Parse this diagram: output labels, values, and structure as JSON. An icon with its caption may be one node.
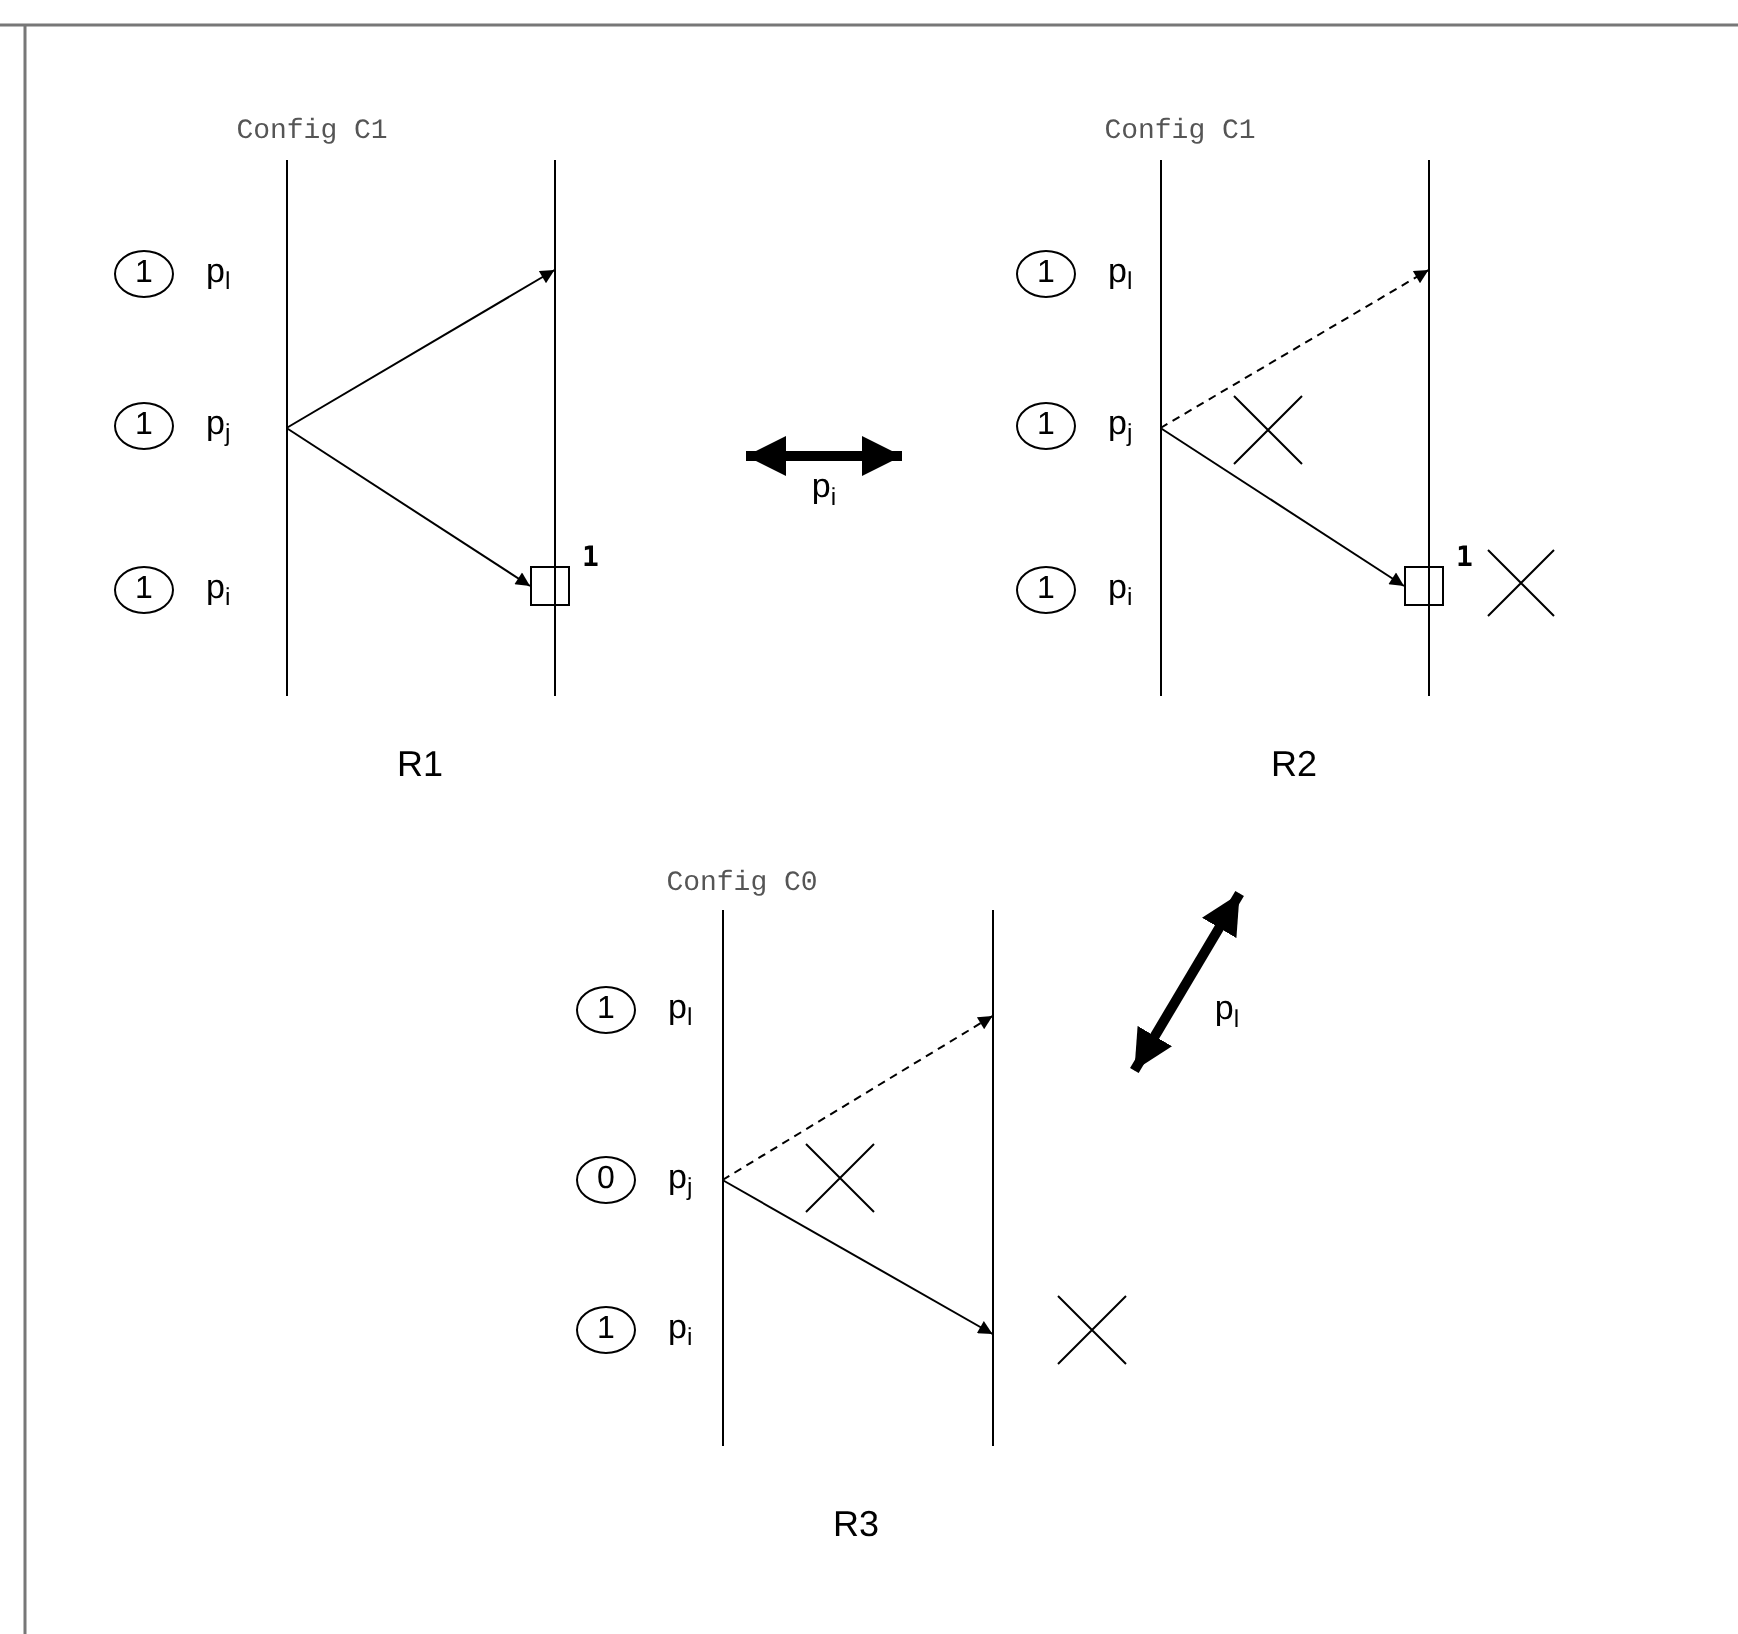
{
  "diagram": {
    "nodes": [
      {
        "text": [
          "Config C1",
          "R1"
        ]
      },
      {
        "text": [
          "1"
        ],
        "in": 0,
        "beside": [
          "p$_{l}$"
        ]
      },
      {
        "text": [
          "1"
        ],
        "in": 0,
        "beside": [
          "p$_{j}$"
        ]
      },
      {
        "text": [
          "1"
        ],
        "in": 0,
        "beside": [
          "p$_{i}$"
        ]
      },
      {
        "text": [],
        "shape": "bar",
        "in": 0
      },
      {
        "text": [],
        "shape": "bar",
        "in": 0
      },
      {
        "text": [],
        "shape": "box",
        "in": 0,
        "beside": [
          "1"
        ]
      },
      {
        "text": [
          "Config C1",
          "R2"
        ]
      },
      {
        "text": [
          "1"
        ],
        "in": 7,
        "beside": [
          "p$_{l}$"
        ]
      },
      {
        "text": [
          "1"
        ],
        "in": 7,
        "beside": [
          "p$_{j}$"
        ]
      },
      {
        "text": [
          "1"
        ],
        "in": 7,
        "beside": [
          "p$_{i}$"
        ]
      },
      {
        "text": [],
        "shape": "bar",
        "in": 7
      },
      {
        "text": [],
        "shape": "bar",
        "in": 7
      },
      {
        "text": [],
        "shape": "box",
        "in": 7,
        "beside": [
          "1"
        ]
      },
      {
        "text": [
          "Config C0",
          "R3"
        ]
      },
      {
        "text": [
          "1"
        ],
        "in": 14,
        "beside": [
          "p$_{l}$"
        ]
      },
      {
        "text": [
          "0"
        ],
        "in": 14,
        "beside": [
          "p$_{j}$"
        ]
      },
      {
        "text": [
          "1"
        ],
        "in": 14,
        "beside": [
          "p$_{i}$"
        ]
      },
      {
        "text": [],
        "shape": "bar",
        "in": 14
      },
      {
        "text": [],
        "shape": "bar",
        "in": 14
      }
    ],
    "edges": [
      {
        "from": 4,
        "to": 5,
        "arrow": "to"
      },
      {
        "from": 4,
        "to": 6,
        "arrow": "to"
      },
      {
        "from": 11,
        "to": 12,
        "arrow": "to",
        "style": "dashed"
      },
      {
        "from": 11,
        "to": 13,
        "arrow": "to"
      },
      {
        "from": 18,
        "to": 19,
        "arrow": "to",
        "style": "dashed"
      },
      {
        "from": 18,
        "to": 19,
        "arrow": "to"
      },
      {
        "from": 0,
        "to": 7,
        "arrow": "both",
        "style": "thick",
        "label": "p$_{i}$"
      },
      {
        "from": 7,
        "to": 14,
        "arrow": "both",
        "style": "thick",
        "label": "p$_{l}$"
      }
    ]
  }
}
